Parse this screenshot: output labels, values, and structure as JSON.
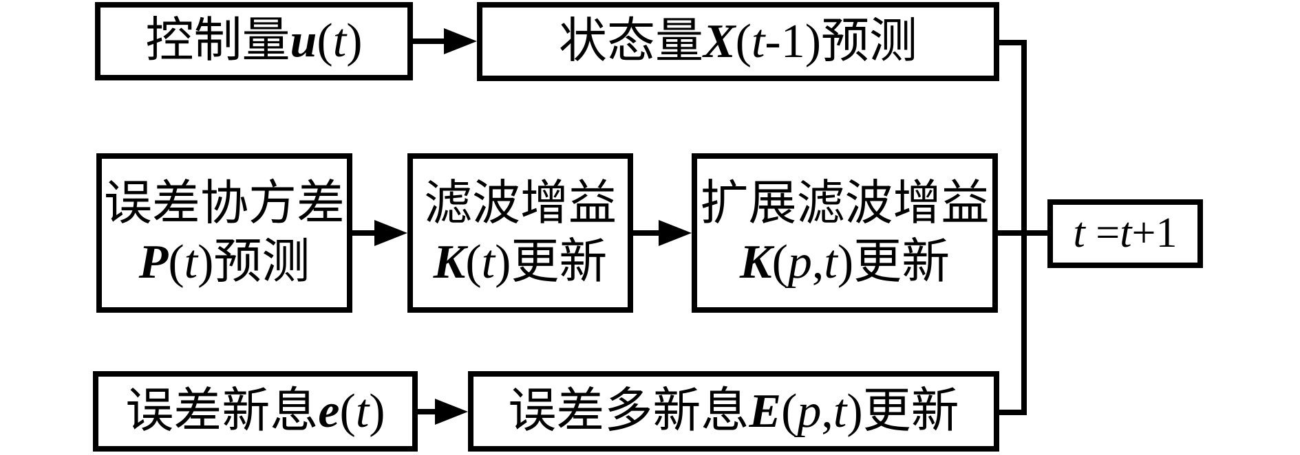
{
  "figure": {
    "type": "flowchart",
    "description": "Multi-innovation extended Kalman filter iteration flow diagram",
    "colors": {
      "background": "#ffffff",
      "stroke": "#000000",
      "text": "#000000"
    }
  },
  "boxes": {
    "control_input": {
      "label": [
        {
          "text": "控制量",
          "style": "zh"
        },
        {
          "text": "u",
          "style": "bi"
        },
        {
          "text": "(",
          "style": "n"
        },
        {
          "text": "t",
          "style": "i"
        },
        {
          "text": ")",
          "style": "n"
        }
      ]
    },
    "state_prediction": {
      "label": [
        {
          "text": "状态量",
          "style": "zh"
        },
        {
          "text": "X",
          "style": "bi"
        },
        {
          "text": "(",
          "style": "n"
        },
        {
          "text": "t",
          "style": "i"
        },
        {
          "text": "-1)",
          "style": "n"
        },
        {
          "text": "预测",
          "style": "zh"
        }
      ]
    },
    "error_covariance_prediction": {
      "line1": [
        {
          "text": "误差协方差",
          "style": "zh"
        }
      ],
      "line2": [
        {
          "text": "P",
          "style": "bi"
        },
        {
          "text": "(",
          "style": "n"
        },
        {
          "text": "t",
          "style": "i"
        },
        {
          "text": ")",
          "style": "n"
        },
        {
          "text": "预测",
          "style": "zh"
        }
      ]
    },
    "filter_gain_update": {
      "line1": [
        {
          "text": "滤波增益",
          "style": "zh"
        }
      ],
      "line2": [
        {
          "text": "K",
          "style": "bi"
        },
        {
          "text": "(",
          "style": "n"
        },
        {
          "text": "t",
          "style": "i"
        },
        {
          "text": ")",
          "style": "n"
        },
        {
          "text": "更新",
          "style": "zh"
        }
      ]
    },
    "extended_filter_gain_update": {
      "line1": [
        {
          "text": "扩展滤波增益",
          "style": "zh"
        }
      ],
      "line2": [
        {
          "text": "K",
          "style": "bi"
        },
        {
          "text": "(",
          "style": "n"
        },
        {
          "text": "p",
          "style": "i"
        },
        {
          "text": ",",
          "style": "n"
        },
        {
          "text": "t",
          "style": "i"
        },
        {
          "text": ")",
          "style": "n"
        },
        {
          "text": "更新",
          "style": "zh"
        }
      ]
    },
    "time_increment": {
      "label": [
        {
          "text": "t",
          "style": "i"
        },
        {
          "text": " =",
          "style": "n"
        },
        {
          "text": "t",
          "style": "i"
        },
        {
          "text": "+1",
          "style": "n"
        }
      ]
    },
    "error_innovation": {
      "label": [
        {
          "text": "误差新息",
          "style": "zh"
        },
        {
          "text": "e",
          "style": "bi"
        },
        {
          "text": "(",
          "style": "n"
        },
        {
          "text": "t",
          "style": "i"
        },
        {
          "text": ")",
          "style": "n"
        }
      ]
    },
    "multi_innovation_update": {
      "label": [
        {
          "text": "误差多新息",
          "style": "zh"
        },
        {
          "text": "E",
          "style": "bi"
        },
        {
          "text": "(",
          "style": "n"
        },
        {
          "text": "p",
          "style": "i"
        },
        {
          "text": ",",
          "style": "n"
        },
        {
          "text": "t",
          "style": "i"
        },
        {
          "text": ")",
          "style": "n"
        },
        {
          "text": "更新",
          "style": "zh"
        }
      ]
    }
  }
}
